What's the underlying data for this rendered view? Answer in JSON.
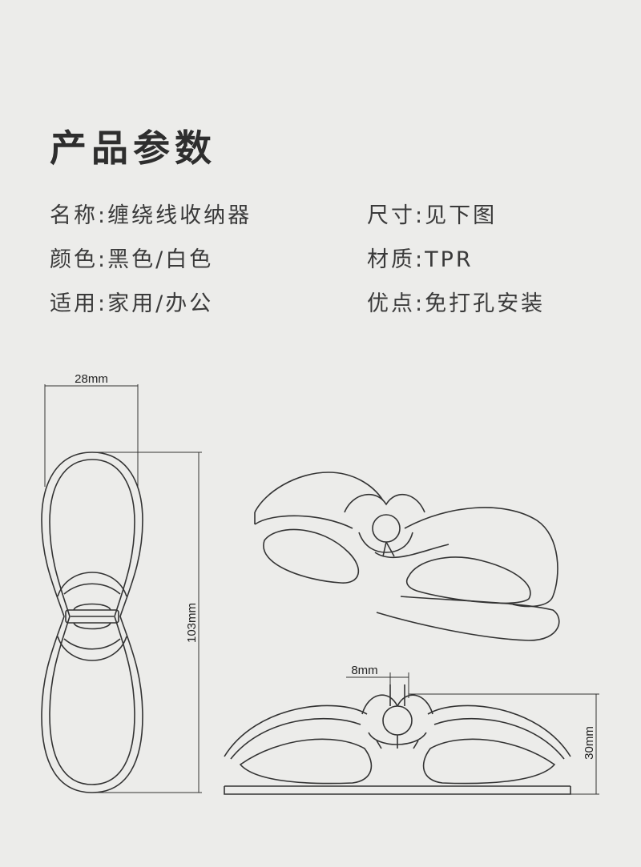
{
  "title": "产品参数",
  "specs": {
    "name": "名称:缠绕线收纳器",
    "size": "尺寸:见下图",
    "color": "颜色:黑色/白色",
    "material": "材质:TPR",
    "usage": "适用:家用/办公",
    "feature": "优点:免打孔安装"
  },
  "dimensions": {
    "width": "28mm",
    "length": "103mm",
    "slot": "8mm",
    "height": "30mm"
  }
}
